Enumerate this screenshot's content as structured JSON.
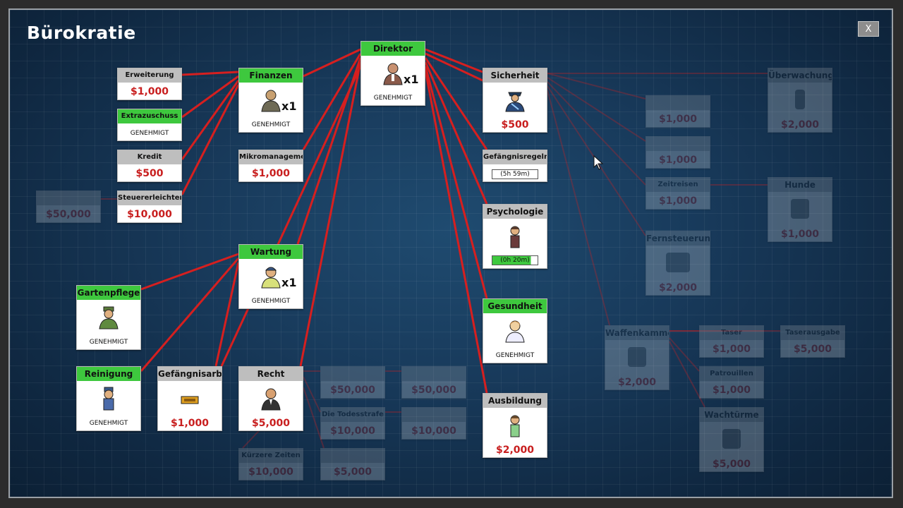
{
  "window": {
    "title": "Bürokratie",
    "close_label": "X"
  },
  "colors": {
    "approved": "#3ec83e",
    "locked": "#bebebe",
    "price": "#c81e1e",
    "line": "#d61f1f"
  },
  "nodes": {
    "direktor": {
      "title": "Direktor",
      "count": "x1",
      "status": "GENEHMIGT",
      "icon": "director-icon"
    },
    "finanzen": {
      "title": "Finanzen",
      "count": "x1",
      "status": "GENEHMIGT",
      "icon": "accountant-icon"
    },
    "erweiterung": {
      "title": "Erweiterung",
      "price": "$1,000"
    },
    "extrazuschuss": {
      "title": "Extrazuschuss",
      "status": "GENEHMIGT"
    },
    "kredit": {
      "title": "Kredit",
      "price": "$500"
    },
    "steuererleichterung": {
      "title": "Steuererleichterung",
      "price": "$10,000"
    },
    "mikromanagement": {
      "title": "Mikromanagement",
      "price": "$1,000"
    },
    "wartung": {
      "title": "Wartung",
      "count": "x1",
      "status": "GENEHMIGT",
      "icon": "foreman-icon"
    },
    "gartenpflege": {
      "title": "Gartenpflege",
      "status": "GENEHMIGT",
      "icon": "gardener-icon"
    },
    "reinigung": {
      "title": "Reinigung",
      "status": "GENEHMIGT",
      "icon": "janitor-icon"
    },
    "gefaengnisarbeit": {
      "title": "Gefängnisarbeit",
      "price": "$1,000",
      "icon": "license-plate-icon"
    },
    "recht": {
      "title": "Recht",
      "price": "$5,000",
      "icon": "lawyer-icon"
    },
    "sicherheit": {
      "title": "Sicherheit",
      "price": "$500",
      "icon": "security-chief-icon"
    },
    "gefaengnisregeln": {
      "title": "Gefängnisregeln",
      "timer": "(5h  59m)"
    },
    "psychologie": {
      "title": "Psychologie",
      "timer": "(0h  20m)",
      "progress": 0.85,
      "icon": "psychologist-icon"
    },
    "gesundheit": {
      "title": "Gesundheit",
      "status": "GENEHMIGT",
      "icon": "doctor-icon"
    },
    "ausbildung": {
      "title": "Ausbildung",
      "price": "$2,000",
      "icon": "teacher-icon"
    },
    "dim_left": {
      "price": "$50,000"
    },
    "dim_recht_a": {
      "price": "$50,000"
    },
    "dim_recht_b": {
      "price": "$50,000"
    },
    "dim_recht_c": {
      "title": "Die Todesstrafe",
      "price": "$10,000"
    },
    "dim_recht_d": {
      "price": "$10,000"
    },
    "dim_recht_e": {
      "title": "Kürzere Zeiten",
      "price": "$10,000"
    },
    "dim_recht_f": {
      "price": "$5,000"
    },
    "dim_sich_a": {
      "price": "$1,000"
    },
    "dim_sich_b": {
      "price": "$1,000"
    },
    "dim_sich_c": {
      "title": "Zeitreisen",
      "price": "$1,000"
    },
    "dim_sich_d": {
      "title": "Überwachung",
      "price": "$2,000"
    },
    "dim_hunde": {
      "title": "Hunde",
      "price": "$1,000"
    },
    "dim_fern": {
      "title": "Fernsteuerung",
      "price": "$2,000"
    },
    "dim_waffen": {
      "title": "Waffenkammer",
      "price": "$2,000"
    },
    "dim_taser": {
      "title": "Taser",
      "price": "$1,000"
    },
    "dim_taser2": {
      "title": "Taserausgabe",
      "price": "$5,000"
    },
    "dim_patrouille": {
      "title": "Patrouillen",
      "price": "$1,000"
    },
    "dim_wachtuerme": {
      "title": "Wachtürme",
      "price": "$5,000"
    }
  }
}
